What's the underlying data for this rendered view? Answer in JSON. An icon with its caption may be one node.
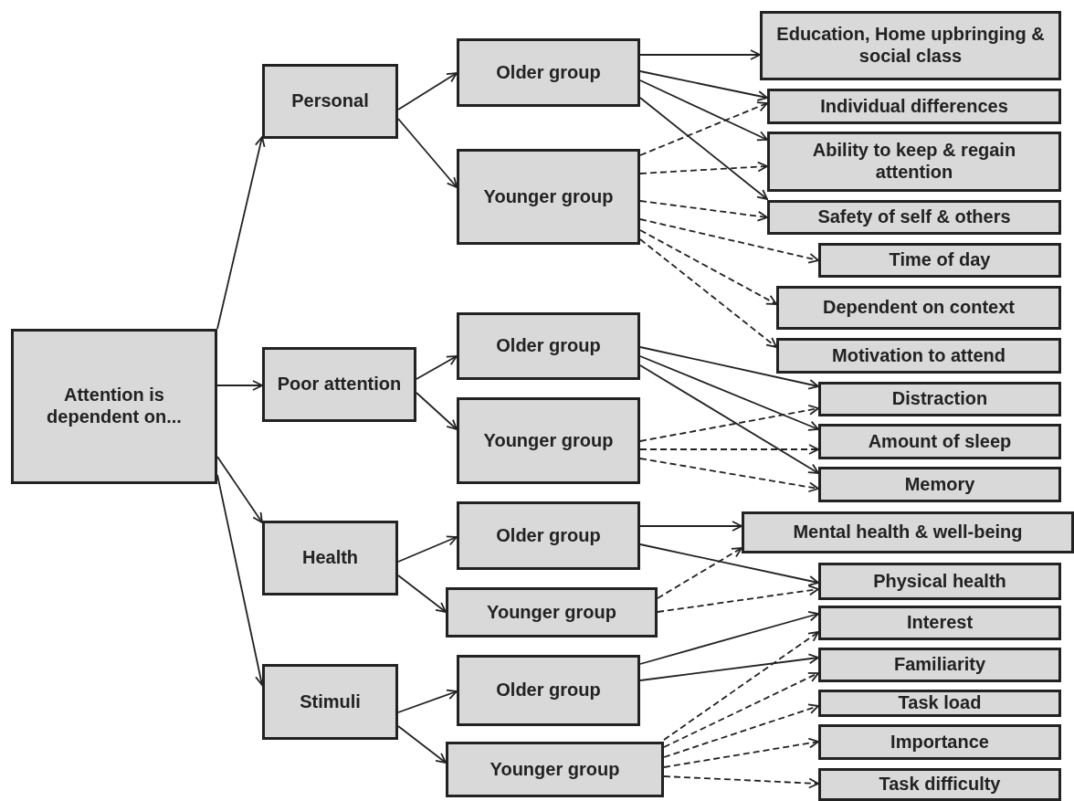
{
  "diagram": {
    "nodes": [
      {
        "text": [
          "Attention is dependent on..."
        ]
      },
      {
        "text": [
          "Personal"
        ]
      },
      {
        "text": [
          "Older group"
        ]
      },
      {
        "text": [
          "Younger group"
        ]
      },
      {
        "text": [
          "Education, Home upbringing & social class"
        ]
      },
      {
        "text": [
          "Individual differences"
        ]
      },
      {
        "text": [
          "Ability to keep & regain attention"
        ]
      },
      {
        "text": [
          "Safety of self & others"
        ]
      },
      {
        "text": [
          "Time of day"
        ]
      },
      {
        "text": [
          "Dependent on context"
        ]
      },
      {
        "text": [
          "Motivation to attend"
        ]
      },
      {
        "text": [
          "Poor attention"
        ]
      },
      {
        "text": [
          "Older group"
        ]
      },
      {
        "text": [
          "Younger group"
        ]
      },
      {
        "text": [
          "Distraction"
        ]
      },
      {
        "text": [
          "Amount of sleep"
        ]
      },
      {
        "text": [
          "Memory"
        ]
      },
      {
        "text": [
          "Health"
        ]
      },
      {
        "text": [
          "Older group"
        ]
      },
      {
        "text": [
          "Younger group"
        ]
      },
      {
        "text": [
          "Mental health & well-being"
        ]
      },
      {
        "text": [
          "Physical health"
        ]
      },
      {
        "text": [
          "Interest"
        ]
      },
      {
        "text": [
          "Familiarity"
        ]
      },
      {
        "text": [
          "Task load"
        ]
      },
      {
        "text": [
          "Importance"
        ]
      },
      {
        "text": [
          "Task difficulty"
        ]
      },
      {
        "text": [
          "Stimuli"
        ]
      },
      {
        "text": [
          "Older group"
        ]
      },
      {
        "text": [
          "Younger group"
        ]
      }
    ],
    "edges": [
      {
        "from": 0,
        "to": 1,
        "arrow": "to"
      },
      {
        "from": 0,
        "to": 11,
        "arrow": "to"
      },
      {
        "from": 0,
        "to": 17,
        "arrow": "to"
      },
      {
        "from": 0,
        "to": 27,
        "arrow": "to"
      },
      {
        "from": 1,
        "to": 2,
        "arrow": "to"
      },
      {
        "from": 1,
        "to": 3,
        "arrow": "to"
      },
      {
        "from": 11,
        "to": 12,
        "arrow": "to"
      },
      {
        "from": 11,
        "to": 13,
        "arrow": "to"
      },
      {
        "from": 17,
        "to": 18,
        "arrow": "to"
      },
      {
        "from": 17,
        "to": 19,
        "arrow": "to"
      },
      {
        "from": 27,
        "to": 28,
        "arrow": "to"
      },
      {
        "from": 27,
        "to": 29,
        "arrow": "to"
      },
      {
        "from": 2,
        "to": 4,
        "arrow": "to"
      },
      {
        "from": 2,
        "to": 5,
        "arrow": "to"
      },
      {
        "from": 2,
        "to": 6,
        "arrow": "to"
      },
      {
        "from": 2,
        "to": 7,
        "arrow": "to"
      },
      {
        "from": 3,
        "to": 5,
        "arrow": "to",
        "style": "dashed"
      },
      {
        "from": 3,
        "to": 6,
        "arrow": "to",
        "style": "dashed"
      },
      {
        "from": 3,
        "to": 7,
        "arrow": "to",
        "style": "dashed"
      },
      {
        "from": 3,
        "to": 8,
        "arrow": "to",
        "style": "dashed"
      },
      {
        "from": 3,
        "to": 9,
        "arrow": "to",
        "style": "dashed"
      },
      {
        "from": 3,
        "to": 10,
        "arrow": "to",
        "style": "dashed"
      },
      {
        "from": 12,
        "to": 14,
        "arrow": "to"
      },
      {
        "from": 12,
        "to": 15,
        "arrow": "to"
      },
      {
        "from": 12,
        "to": 16,
        "arrow": "to"
      },
      {
        "from": 13,
        "to": 14,
        "arrow": "to",
        "style": "dashed"
      },
      {
        "from": 13,
        "to": 15,
        "arrow": "to",
        "style": "dashed"
      },
      {
        "from": 13,
        "to": 16,
        "arrow": "to",
        "style": "dashed"
      },
      {
        "from": 18,
        "to": 20,
        "arrow": "to"
      },
      {
        "from": 18,
        "to": 21,
        "arrow": "to"
      },
      {
        "from": 19,
        "to": 20,
        "arrow": "to",
        "style": "dashed"
      },
      {
        "from": 19,
        "to": 21,
        "arrow": "to",
        "style": "dashed"
      },
      {
        "from": 28,
        "to": 22,
        "arrow": "to"
      },
      {
        "from": 28,
        "to": 23,
        "arrow": "to"
      },
      {
        "from": 29,
        "to": 22,
        "arrow": "to",
        "style": "dashed"
      },
      {
        "from": 29,
        "to": 23,
        "arrow": "to",
        "style": "dashed"
      },
      {
        "from": 29,
        "to": 24,
        "arrow": "to",
        "style": "dashed"
      },
      {
        "from": 29,
        "to": 25,
        "arrow": "to",
        "style": "dashed"
      },
      {
        "from": 29,
        "to": 26,
        "arrow": "to",
        "style": "dashed"
      }
    ]
  }
}
